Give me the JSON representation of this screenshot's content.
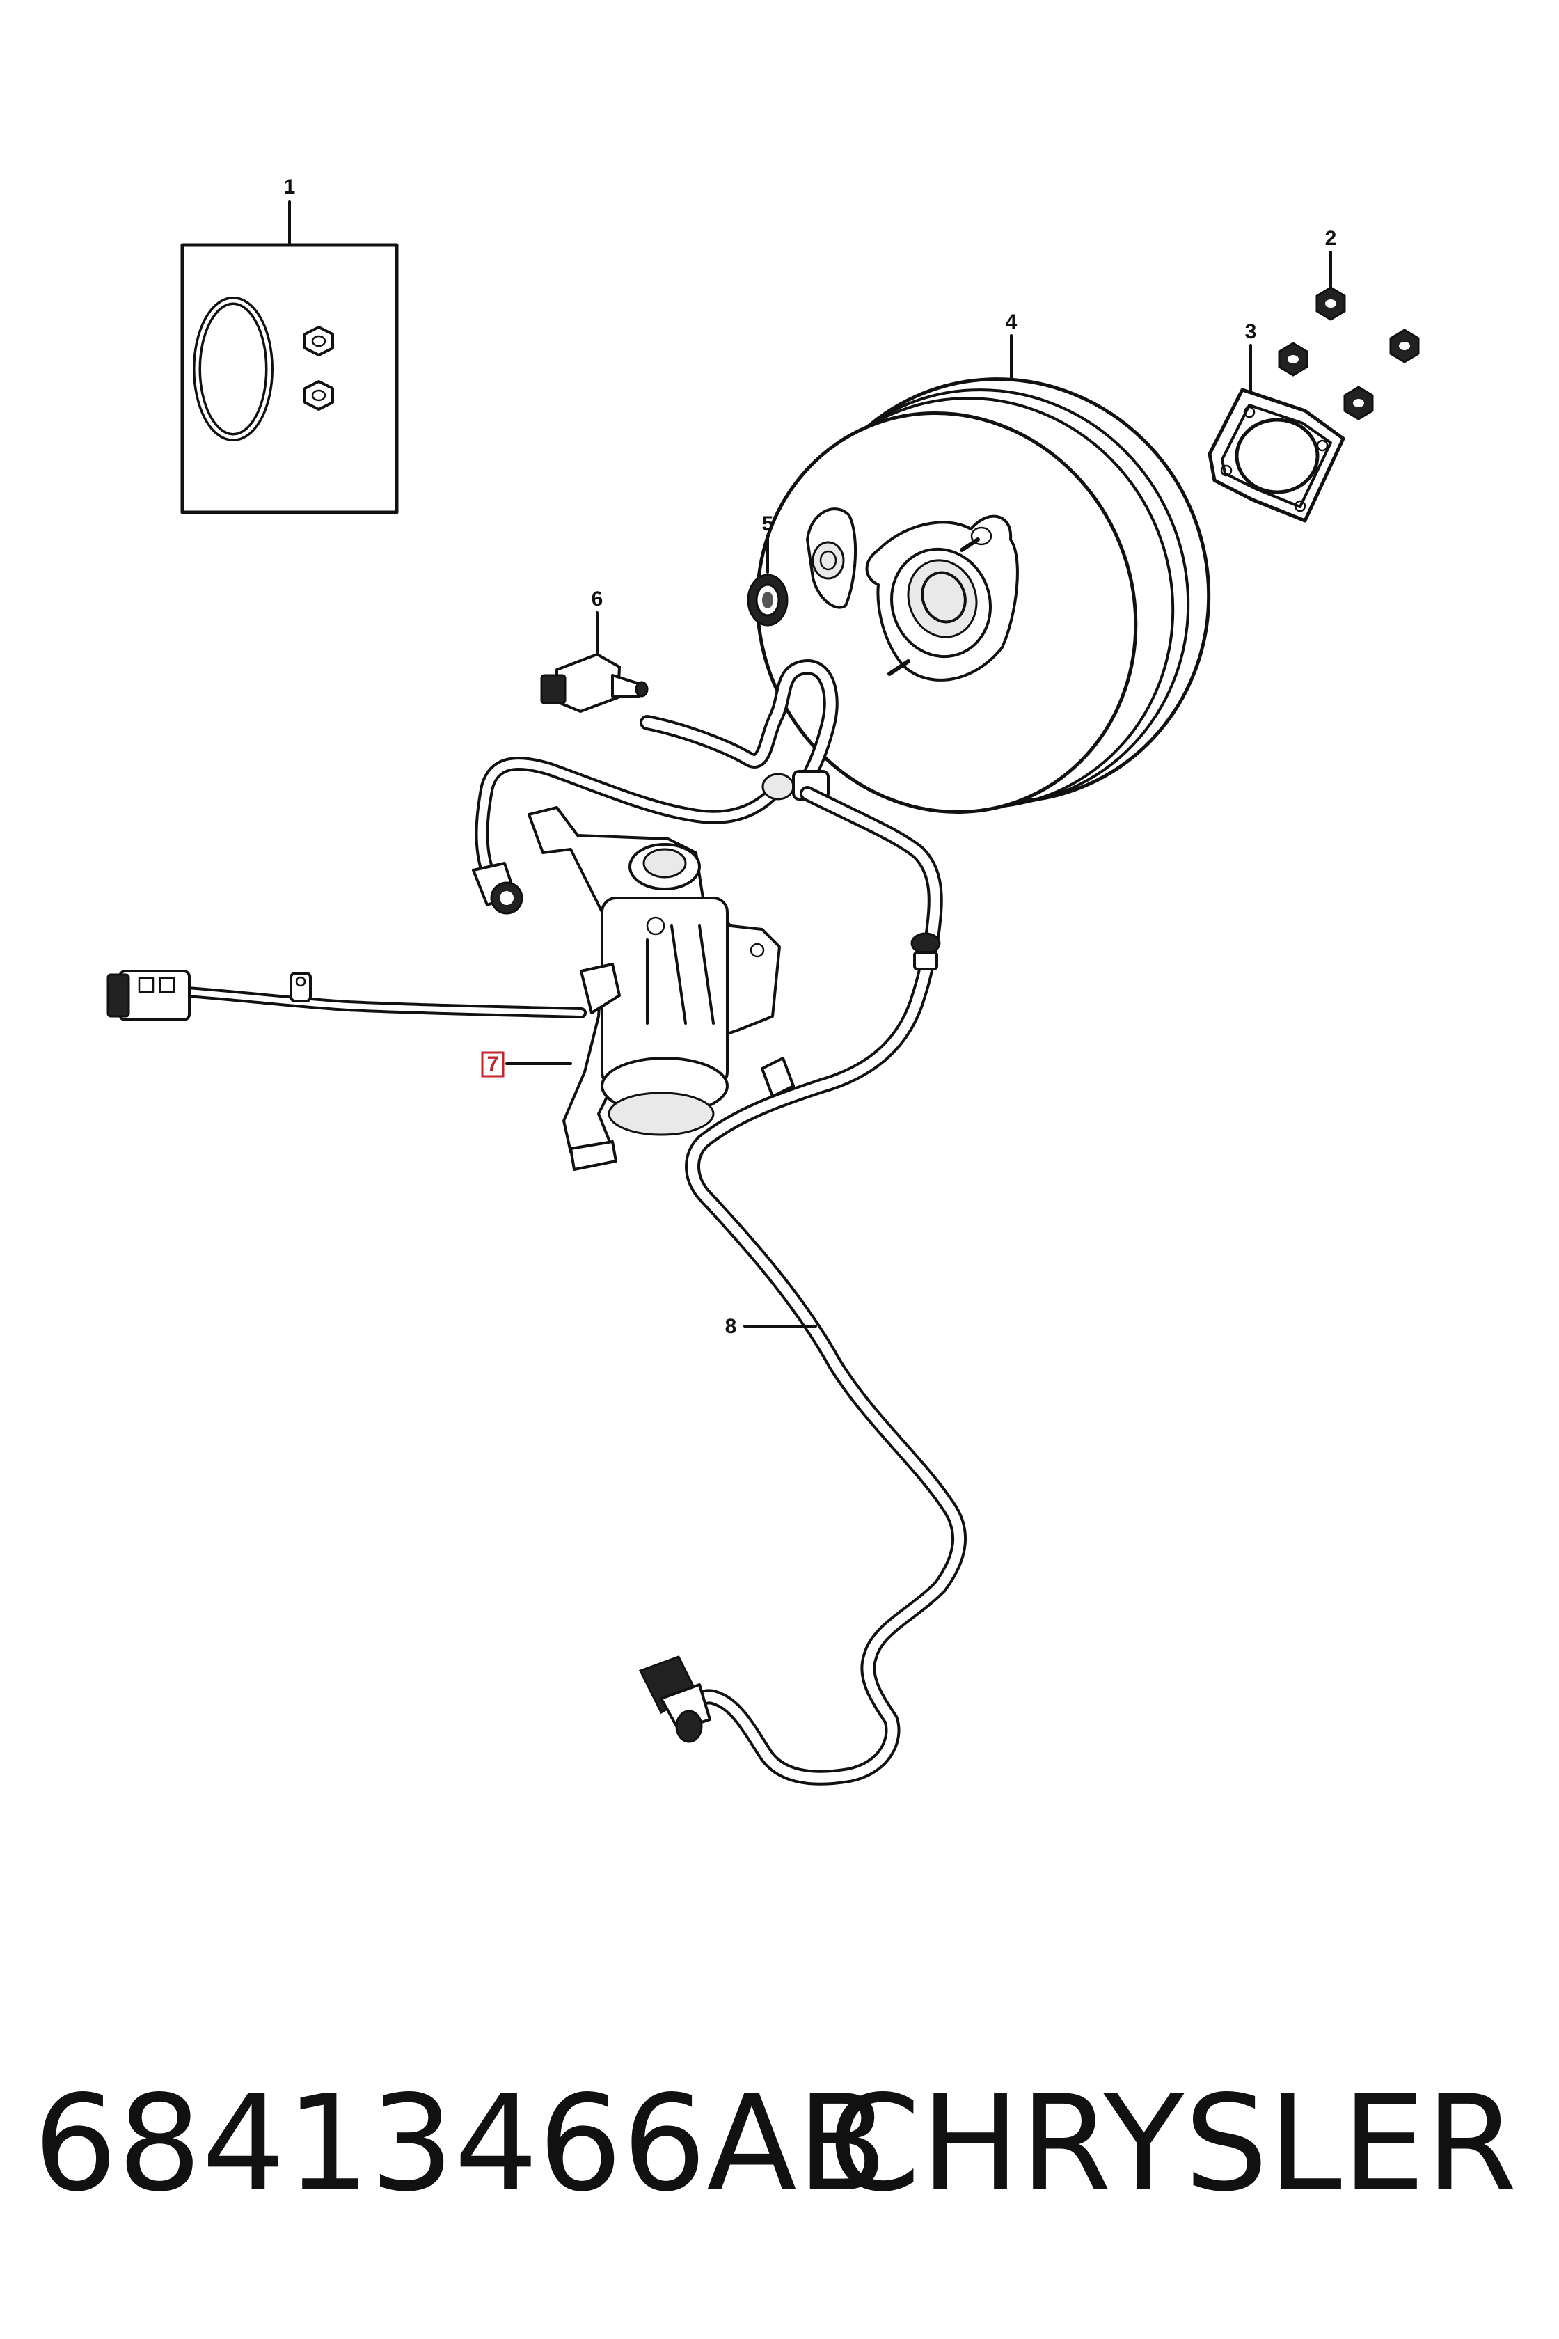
{
  "diagram": {
    "callouts": {
      "c1": "1",
      "c2": "2",
      "c3": "3",
      "c4": "4",
      "c5": "5",
      "c6": "6",
      "c7": "7",
      "c8": "8"
    },
    "highlight_color": "#c0262b",
    "line_color": "#111111"
  },
  "footer": {
    "part_number": "68413466AB",
    "brand": "CHRYSLER"
  }
}
